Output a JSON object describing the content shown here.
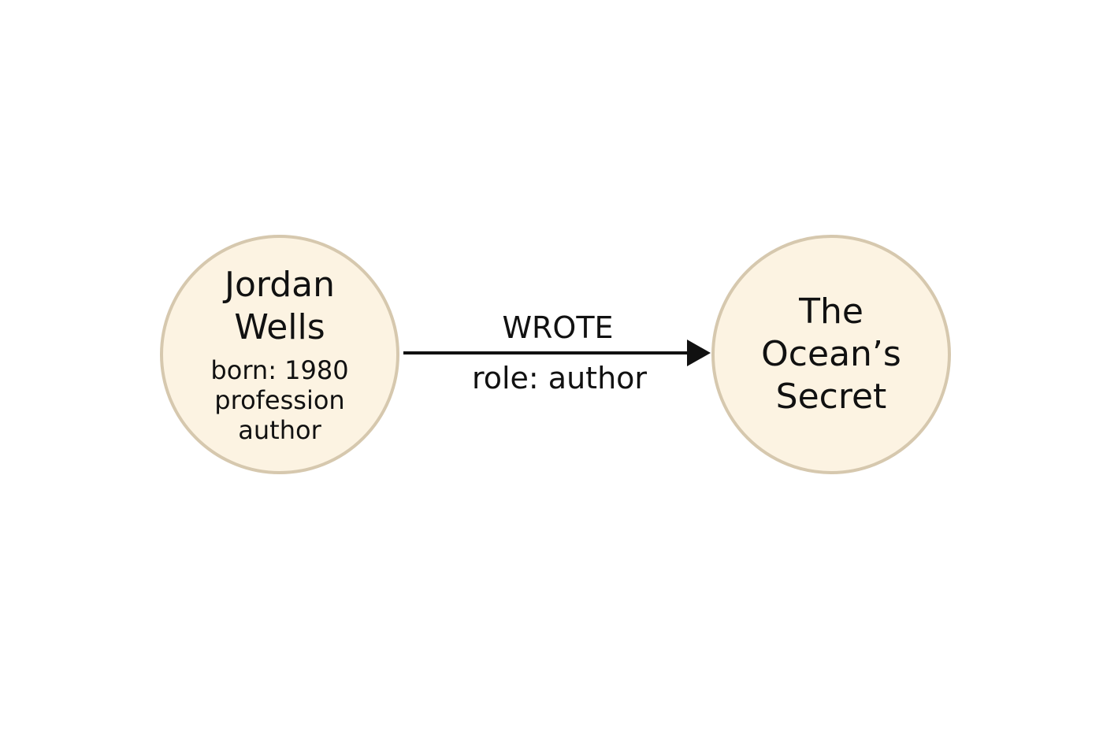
{
  "colors": {
    "node_fill": "#fcf3e2",
    "node_border": "#d6c8ae",
    "edge": "#111111",
    "text": "#111111",
    "background": "#ffffff"
  },
  "nodes": {
    "author": {
      "name": "Jordan Wells",
      "props": [
        "born: 1980",
        "profession",
        "author"
      ]
    },
    "book": {
      "name": "The Ocean’s Secret"
    }
  },
  "edge": {
    "type": "WROTE",
    "property": "role: author",
    "arrow_icon": "arrowhead"
  }
}
